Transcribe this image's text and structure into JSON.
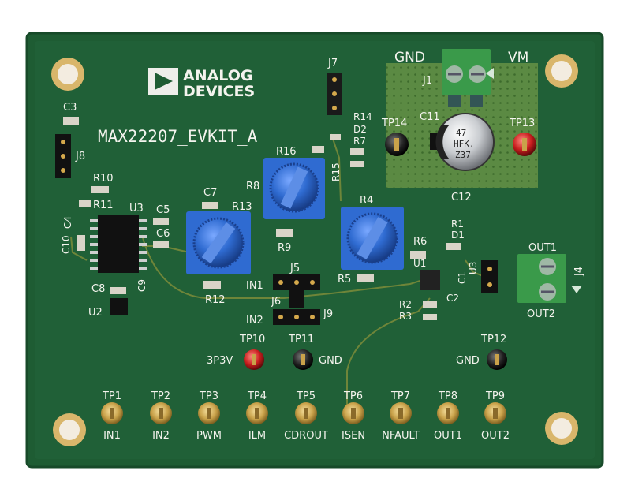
{
  "board": {
    "logo_line1": "ANALOG",
    "logo_line2": "DEVICES",
    "board_name": "MAX22207_EVKIT_A",
    "colors": {
      "pcb": "#1f5f35",
      "pcb_edge": "#164a28",
      "copper_pour": "#5b8a43",
      "silk": "#f4f4ee",
      "pot_blue": "#2f6bd1",
      "terminal_green": "#3a9a4a",
      "gold": "#c9a24a"
    }
  },
  "power": {
    "gnd_label": "GND",
    "vm_label": "VM",
    "connector": "J1",
    "cap_top": "C11",
    "cap_bottom": "C12",
    "cap_marking_1": "47",
    "cap_marking_2": "HFK.",
    "cap_marking_3": "Z37"
  },
  "designators": {
    "J7": "J7",
    "R14": "R14",
    "D2": "D2",
    "R7": "R7",
    "R15": "R15",
    "R16": "R16",
    "R8": "R8",
    "R9": "R9",
    "R13": "R13",
    "R4": "R4",
    "R5": "R5",
    "R6": "R6",
    "R1": "R1",
    "D1": "D1",
    "U1": "U1",
    "U3": "U3",
    "C1": "C1",
    "C2": "C2",
    "J4": "J4",
    "OUT1": "OUT1",
    "OUT2": "OUT2",
    "C3": "C3",
    "J8": "J8",
    "R10": "R10",
    "R11": "R11",
    "C4": "C4",
    "U3L": "U3",
    "C5": "C5",
    "C6": "C6",
    "C7": "C7",
    "C10": "C10",
    "C8": "C8",
    "C9": "C9",
    "U2": "U2",
    "R12": "R12",
    "J5": "J5",
    "J6": "J6",
    "J9": "J9",
    "IN1": "IN1",
    "IN2": "IN2",
    "R2": "R2",
    "R3": "R3",
    "TP13": "TP13",
    "TP14": "TP14"
  },
  "test_points_mid": [
    {
      "id": "TP10",
      "label": "3P3V",
      "cap": "red"
    },
    {
      "id": "TP11",
      "label": "GND",
      "cap": "black"
    },
    {
      "id": "TP12",
      "label": "GND",
      "cap": "black"
    }
  ],
  "test_points_bottom": [
    {
      "id": "TP1",
      "label": "IN1"
    },
    {
      "id": "TP2",
      "label": "IN2"
    },
    {
      "id": "TP3",
      "label": "PWM"
    },
    {
      "id": "TP4",
      "label": "ILM"
    },
    {
      "id": "TP5",
      "label": "CDROUT"
    },
    {
      "id": "TP6",
      "label": "ISEN"
    },
    {
      "id": "TP7",
      "label": "NFAULT"
    },
    {
      "id": "TP8",
      "label": "OUT1"
    },
    {
      "id": "TP9",
      "label": "OUT2"
    }
  ]
}
